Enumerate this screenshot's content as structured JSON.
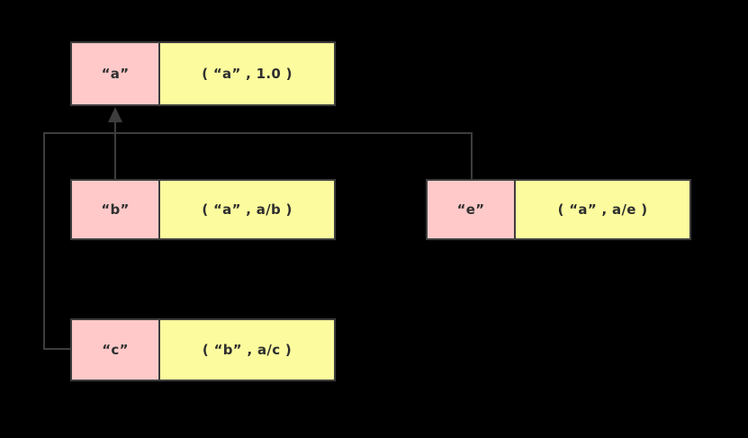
{
  "colors": {
    "bg": "#000000",
    "line": "#3d3d3d",
    "pink": "#ffc9c9",
    "yellow": "#fcfc9e",
    "text": "#2f2f2f"
  },
  "diagram": {
    "type": "node-link",
    "description": "Weighted parent-pointer records; edges from b, c and e merge into one arrow pointing at a",
    "nodes": [
      {
        "id": "a",
        "key": "“a”",
        "value": "( “a” , 1.0 )"
      },
      {
        "id": "b",
        "key": "“b”",
        "value": "( “a” , a/b )"
      },
      {
        "id": "e",
        "key": "“e”",
        "value": "( “a” , a/e )"
      },
      {
        "id": "c",
        "key": "“c”",
        "value": "( “b” , a/c )"
      }
    ],
    "edges": [
      {
        "from": "b",
        "to": "a"
      },
      {
        "from": "c",
        "to": "a"
      },
      {
        "from": "e",
        "to": "a"
      }
    ]
  }
}
